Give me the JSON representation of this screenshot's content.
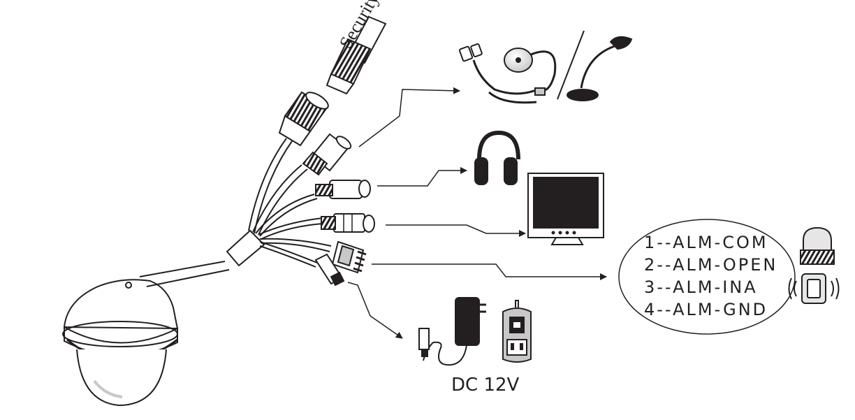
{
  "labels": {
    "security_cap": "Security cap",
    "power": "DC 12V"
  },
  "alarm_pins": [
    "1--ALM-COM",
    "2--ALM-OPEN",
    "3--ALM-INA",
    "4--ALM-GND"
  ],
  "colors": {
    "line": "#231f20",
    "background": "#ffffff",
    "accent_gray": "#c8c8c8"
  },
  "icons": [
    "dome-camera-icon",
    "microphone-icon",
    "desk-microphone-icon",
    "headphones-icon",
    "monitor-icon",
    "alarm-siren-icon",
    "door-sensor-icon",
    "power-adapter-icon",
    "wall-socket-icon"
  ]
}
